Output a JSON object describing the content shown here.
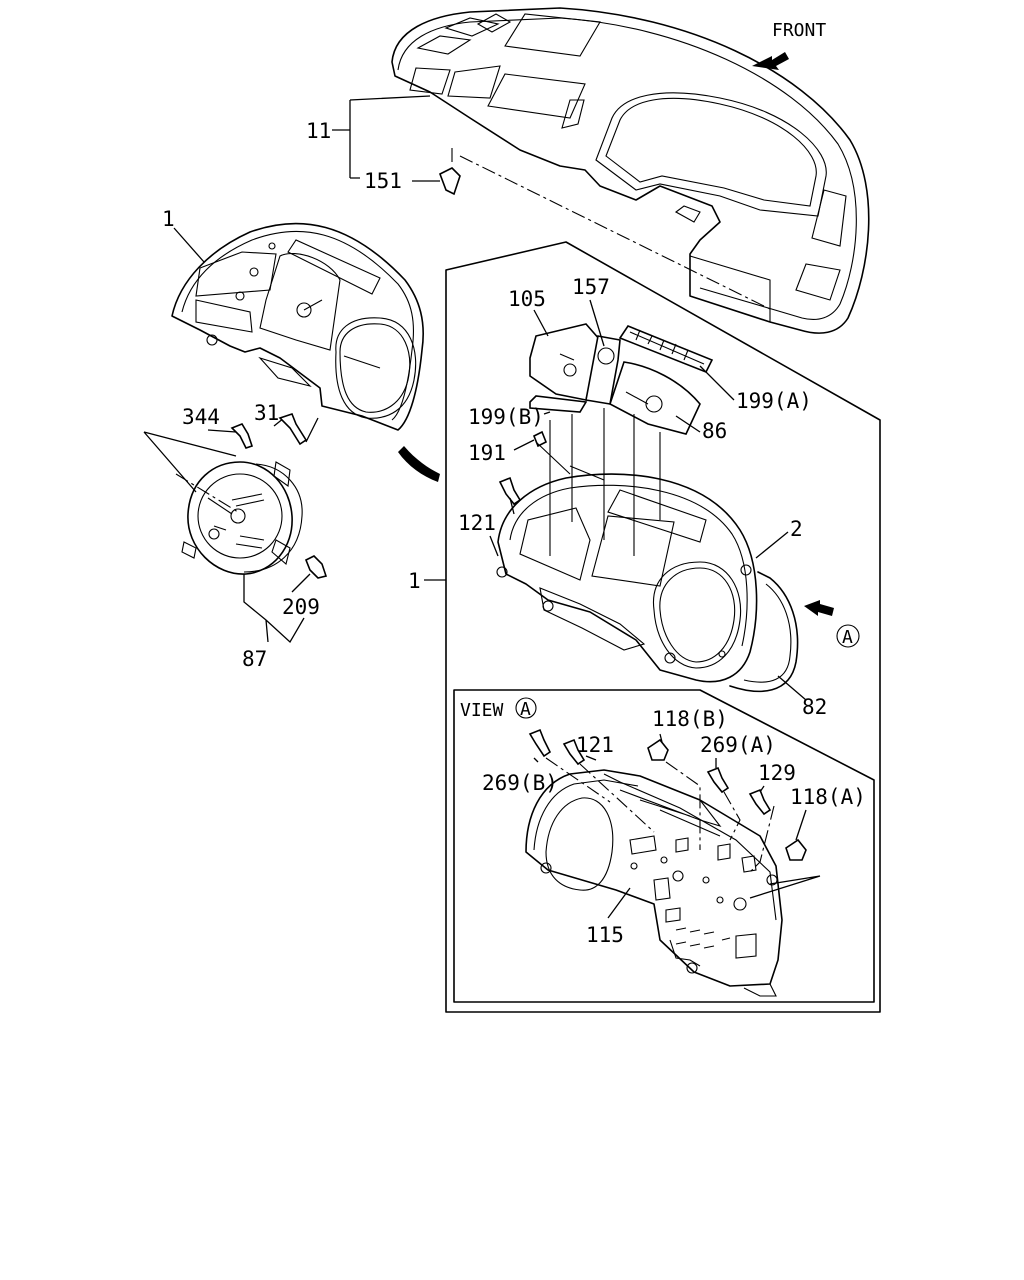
{
  "direction_label": "FRONT",
  "view_label": "VIEW",
  "view_marker": "A",
  "callouts": {
    "c11": "11",
    "c151": "151",
    "c1_top": "1",
    "c344": "344",
    "c31": "31",
    "c209": "209",
    "c87": "87",
    "c105": "105",
    "c157": "157",
    "c199a": "199(A)",
    "c199b": "199(B)",
    "c86": "86",
    "c191": "191",
    "c121": "121",
    "c2": "2",
    "c1_side": "1",
    "cA": "A",
    "c82": "82",
    "c121_view": "121",
    "c118b": "118(B)",
    "c269a": "269(A)",
    "c269b": "269(B)",
    "c129": "129",
    "c118a": "118(A)",
    "c115": "115"
  }
}
